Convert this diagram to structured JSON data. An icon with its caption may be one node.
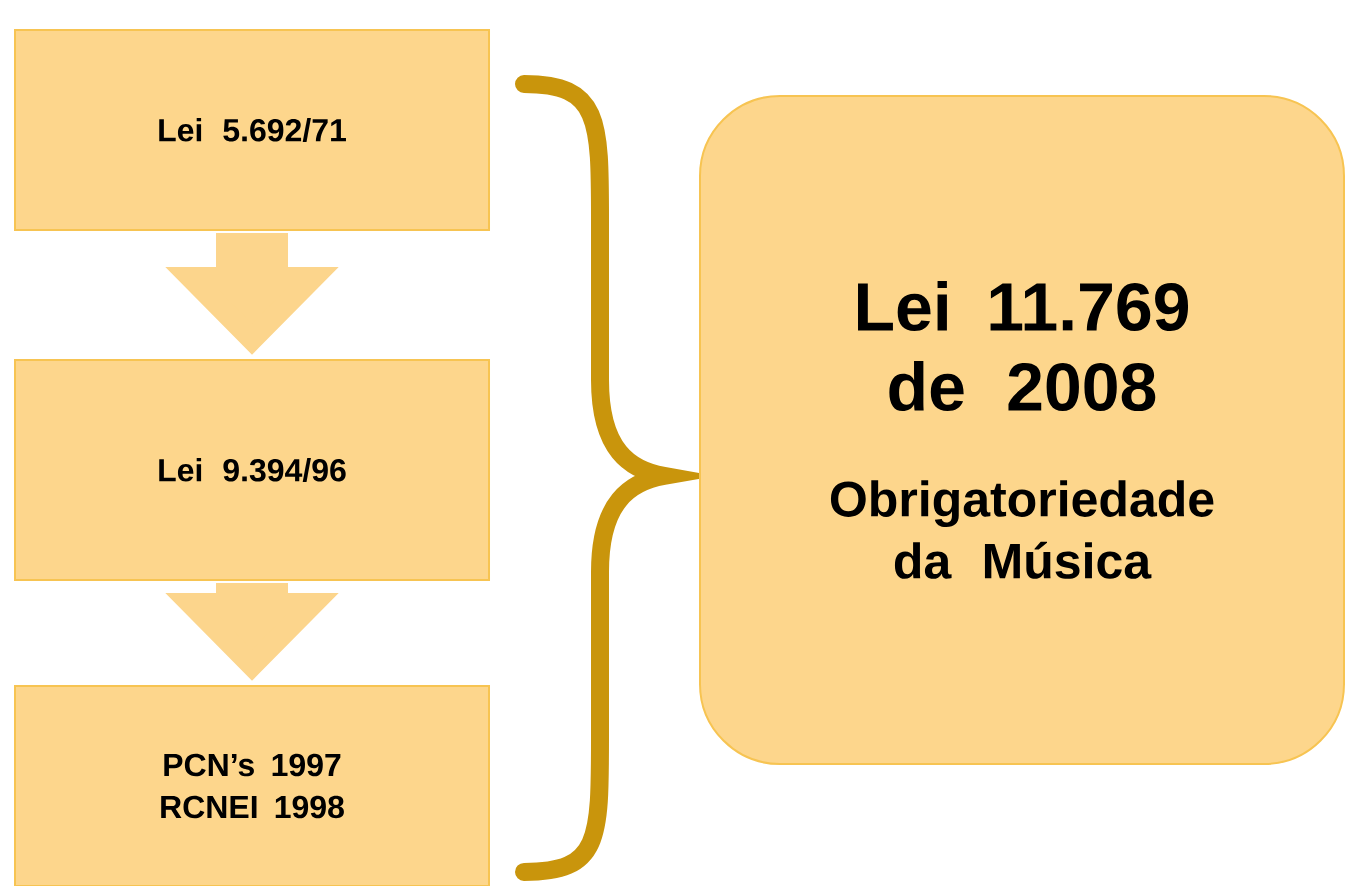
{
  "diagram": {
    "nodes": [
      {
        "text": [
          "Lei 5.692/71"
        ]
      },
      {
        "text": [
          "Lei 9.394/96"
        ]
      },
      {
        "text": [
          "PCN’s 1997 RCNEI 1998"
        ]
      },
      {
        "text": [
          "Lei 11.769 de 2008",
          "Obrigatoriedade da Música"
        ]
      }
    ],
    "edges": [
      {
        "from": 0,
        "to": 1,
        "arrow": "to"
      },
      {
        "from": 1,
        "to": 2,
        "arrow": "to"
      }
    ]
  }
}
